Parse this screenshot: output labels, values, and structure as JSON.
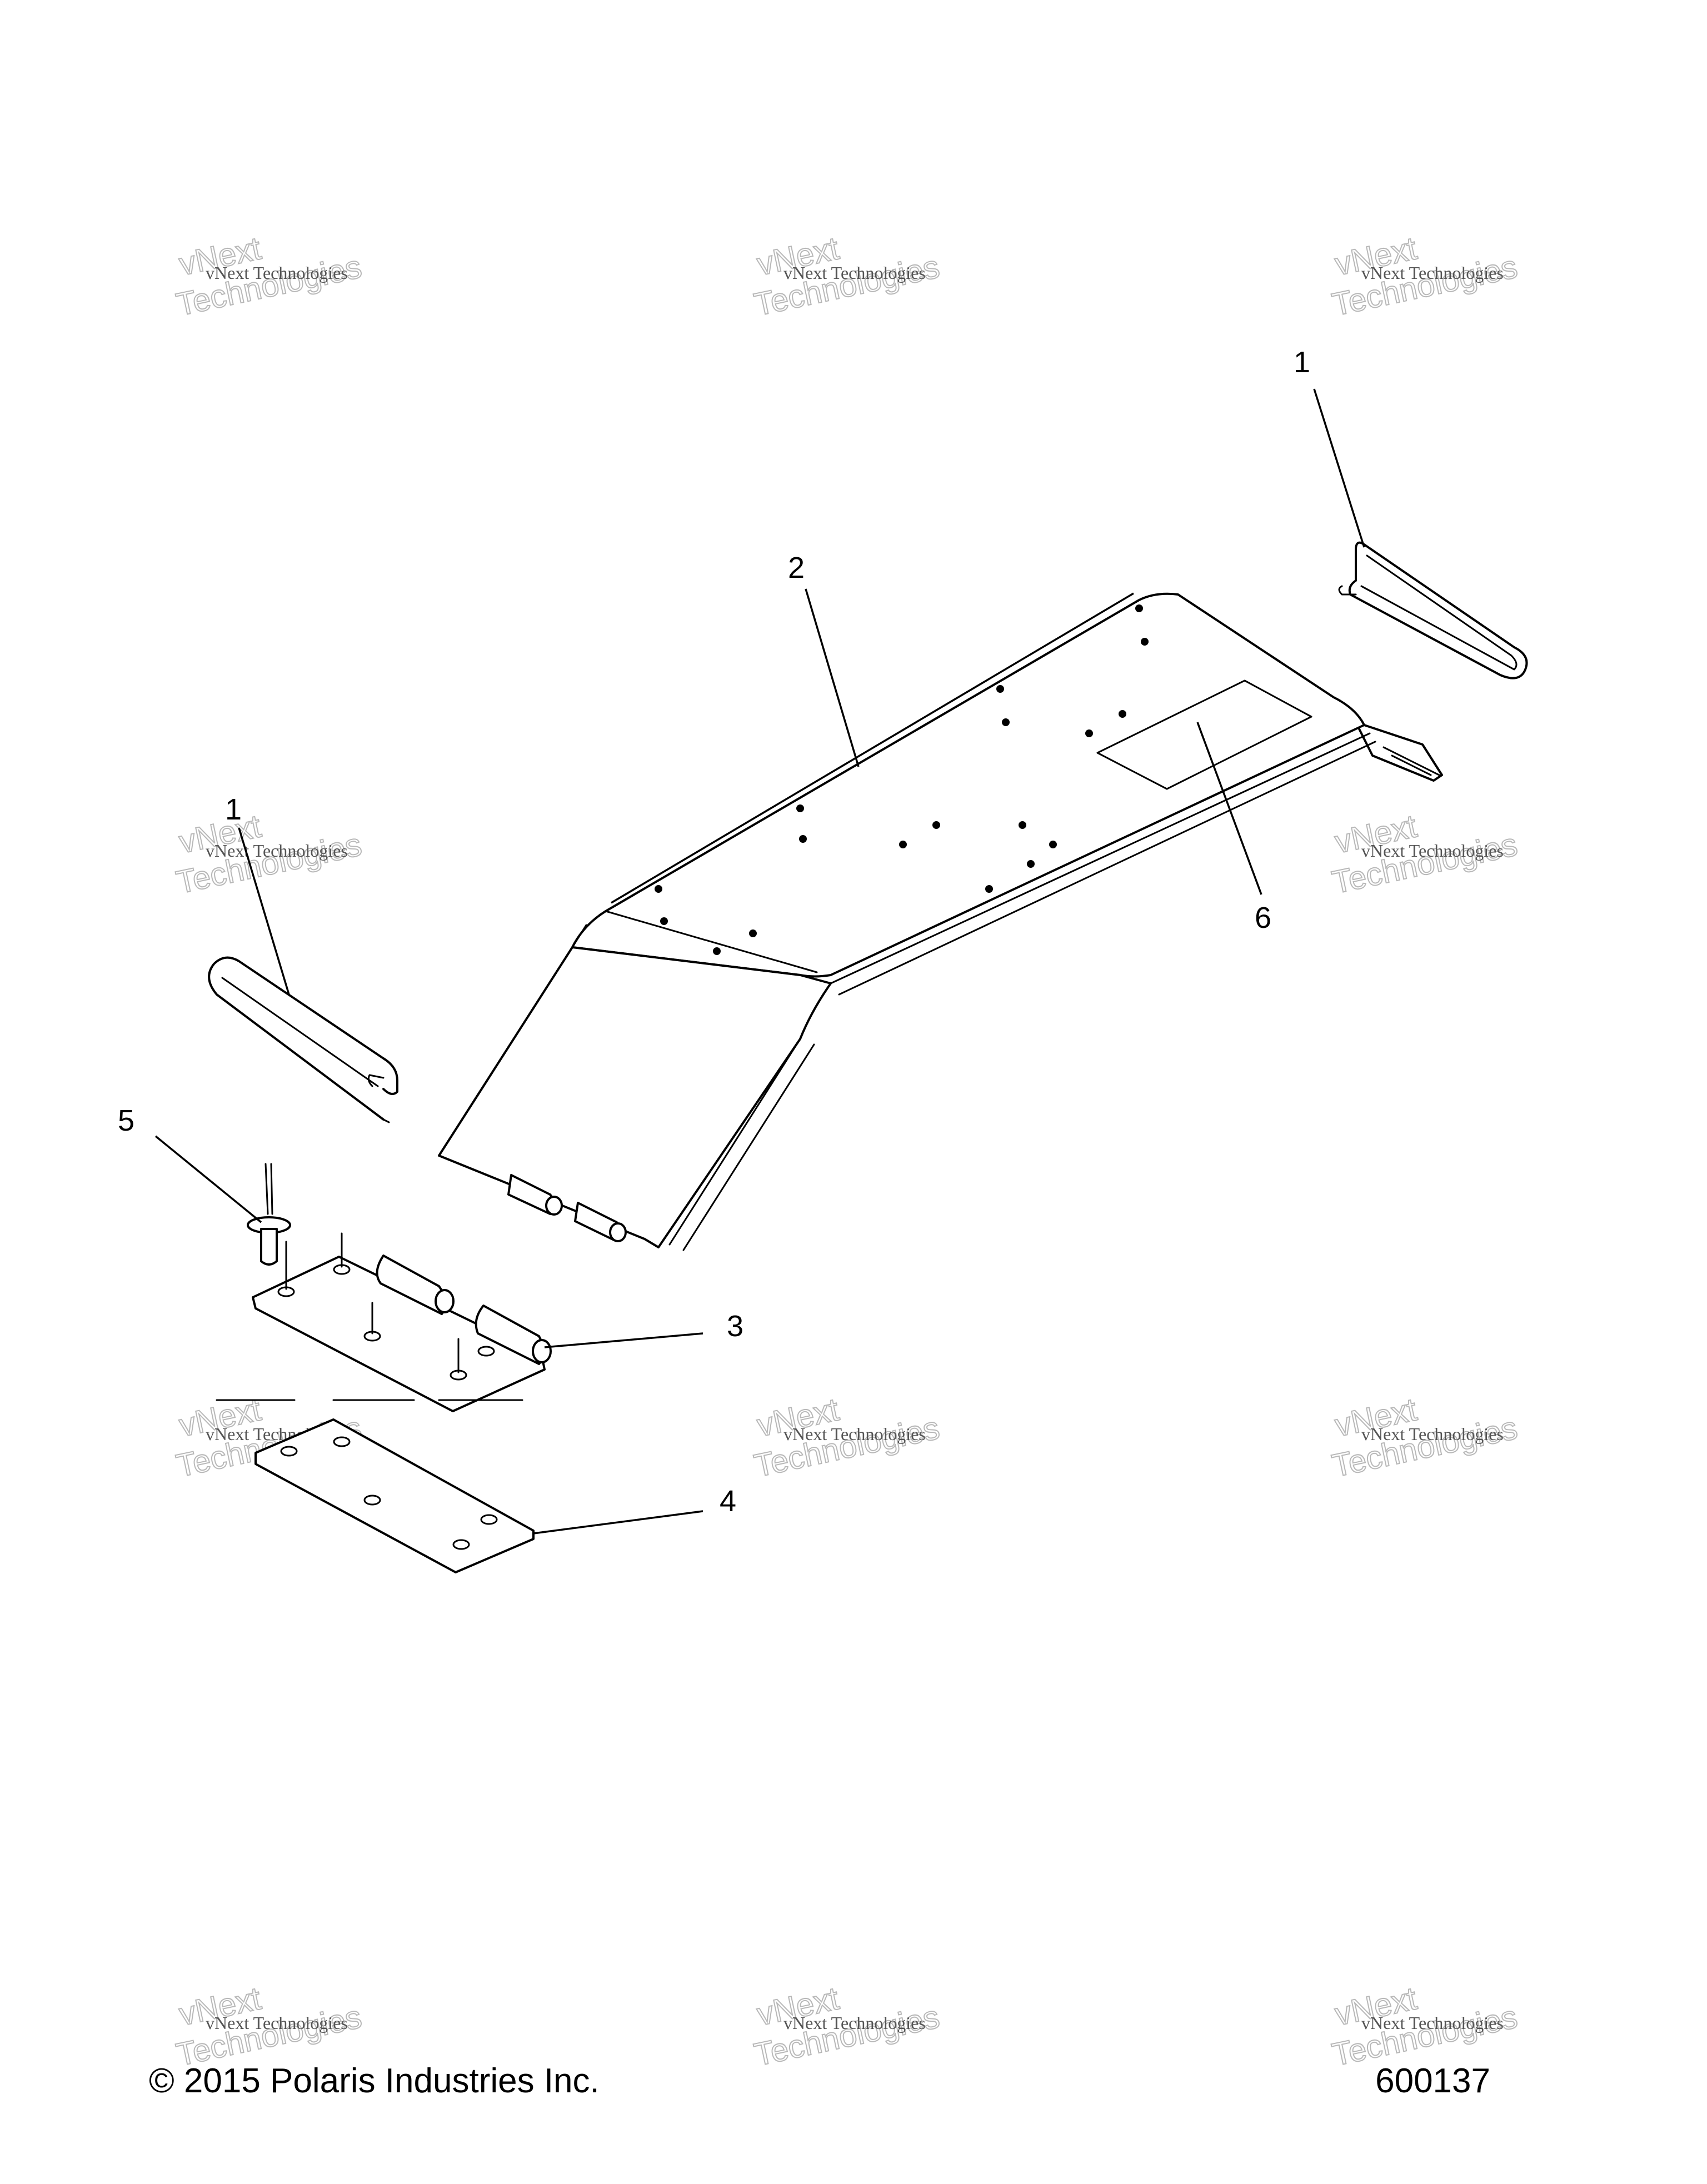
{
  "callouts": [
    {
      "id": "left-rod",
      "label": "1"
    },
    {
      "id": "right-rod",
      "label": "1"
    },
    {
      "id": "panel",
      "label": "2"
    },
    {
      "id": "hinge",
      "label": "3"
    },
    {
      "id": "plate",
      "label": "4"
    },
    {
      "id": "rivet",
      "label": "5"
    },
    {
      "id": "decal",
      "label": "6"
    }
  ],
  "watermark": {
    "line1": "vNext Technologies",
    "line2": "vNext",
    "line3": "Technologies"
  },
  "footer": {
    "copyright": "© 2015 Polaris Industries Inc.",
    "figure_number": "600137"
  }
}
